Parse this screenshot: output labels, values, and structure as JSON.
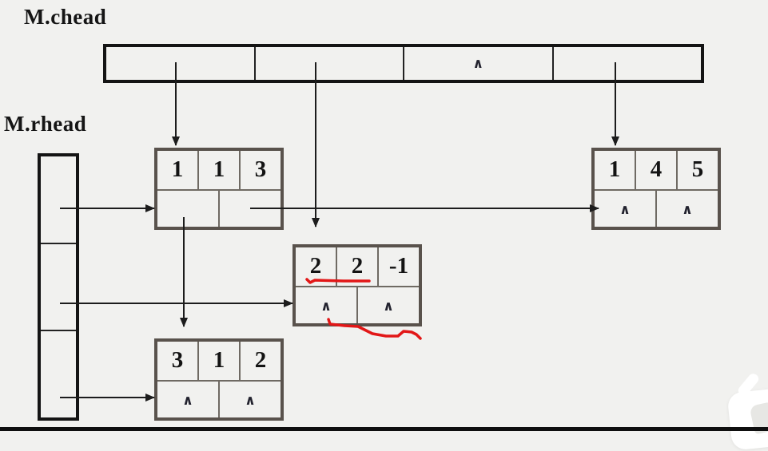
{
  "labels": {
    "chead": "M.chead",
    "rhead": "M.rhead"
  },
  "chead": {
    "cells": [
      "",
      "",
      "∧",
      ""
    ]
  },
  "rhead": {
    "cells": [
      "",
      "",
      ""
    ]
  },
  "nodes": [
    {
      "values": [
        "1",
        "1",
        "3"
      ],
      "down": "",
      "right": ""
    },
    {
      "values": [
        "1",
        "4",
        "5"
      ],
      "down": "∧",
      "right": "∧"
    },
    {
      "values": [
        "2",
        "2",
        "-1"
      ],
      "down": "∧",
      "right": "∧"
    },
    {
      "values": [
        "3",
        "1",
        "2"
      ],
      "down": "∧",
      "right": "∧"
    }
  ],
  "colors": {
    "background": "#f1f1ef",
    "array_border": "#141414",
    "node_border": "#59524c",
    "node_divider": "#6f6a63",
    "line": "#1c1c1c",
    "annotation_red": "#e21717",
    "bottom_bar": "#0f0f0f",
    "logo": "#ffffff"
  }
}
